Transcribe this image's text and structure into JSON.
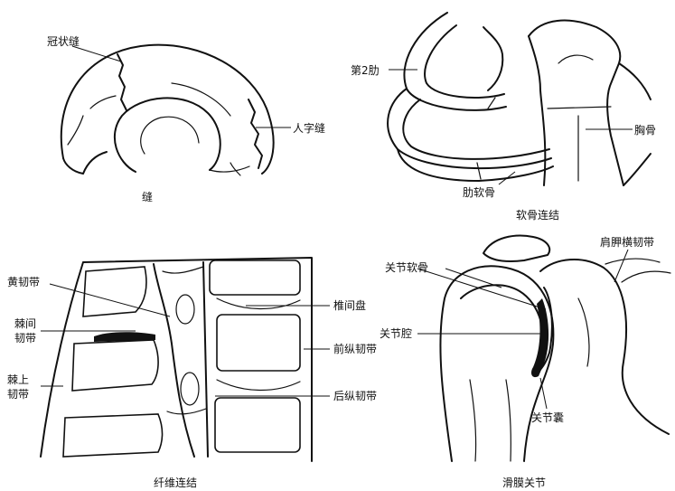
{
  "panels": {
    "suture": {
      "caption": "缝",
      "labels": {
        "coronal_suture": "冠状缝",
        "lambdoid_suture": "人字缝"
      }
    },
    "cartilaginous": {
      "caption": "软骨连结",
      "labels": {
        "second_rib": "第2肋",
        "sternum": "胸骨",
        "costal_cartilage": "肋软骨"
      }
    },
    "fibrous": {
      "caption": "纤维连结",
      "labels": {
        "ligamentum_flavum": "黄韧带",
        "interspinous_ligament_1": "棘间",
        "interspinous_ligament_2": "韧带",
        "supraspinous_ligament_1": "棘上",
        "supraspinous_ligament_2": "韧带",
        "intervertebral_disc": "椎间盘",
        "anterior_longitudinal_ligament": "前纵韧带",
        "posterior_longitudinal_ligament": "后纵韧带"
      }
    },
    "synovial": {
      "caption": "滑膜关节",
      "labels": {
        "articular_cartilage": "关节软骨",
        "transverse_scapular_ligament": "肩胛横韧带",
        "joint_cavity": "关节腔",
        "joint_capsule": "关节囊"
      }
    }
  }
}
